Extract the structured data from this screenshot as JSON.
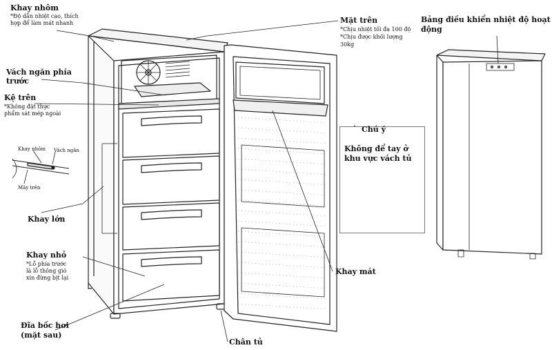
{
  "labels": {
    "khay_nhom": {
      "title": "Khay nhôm",
      "note1": "*Độ dẫn nhiệt cao, thích",
      "note2": "hợp để làm mát nhanh"
    },
    "vach_ngan": {
      "title1": "Vách ngăn phía",
      "title2": "trước"
    },
    "ke_tren": {
      "title": "Kệ trên",
      "note1": "*Không đặt thực",
      "note2": "phẩm sát mép ngoài"
    },
    "inset": {
      "khay_nhom": "Khay nhôm",
      "vach_ngan": "Vách ngăn",
      "may_tren": "Mây trên"
    },
    "khay_lon": "Khay lớn",
    "khay_nho": {
      "title": "Khay nhỏ",
      "note1": "*Lỗ phía trước",
      "note2": "là lỗ thông gió",
      "note3": "xin đừng bịt lại"
    },
    "dia_boc_hoi": {
      "line1": "Đĩa bốc hơi",
      "line2": "(mặt sau)"
    },
    "chan_tu": "Chân tủ",
    "mat_tren": {
      "title": "Mặt trên",
      "note1": "*Chịu nhiệt tối đa 100 độ",
      "note2": "*Chịu được khối lượng",
      "note3": "30kg"
    },
    "khay_mat": "Khay mát",
    "canh_bao": {
      "title": "Chú ý",
      "line1": "Không để tay ở",
      "line2": "khu vực vách tủ"
    },
    "bang_dieu_khien": {
      "line1": "Bảng điều khiển nhiệt độ hoạt",
      "line2": "động"
    }
  },
  "icons": [
    "warning-triangle-icon",
    "no-entry-icon",
    "hand-icon"
  ],
  "colors": {
    "line": "#222222",
    "fill": "#ffffff"
  }
}
